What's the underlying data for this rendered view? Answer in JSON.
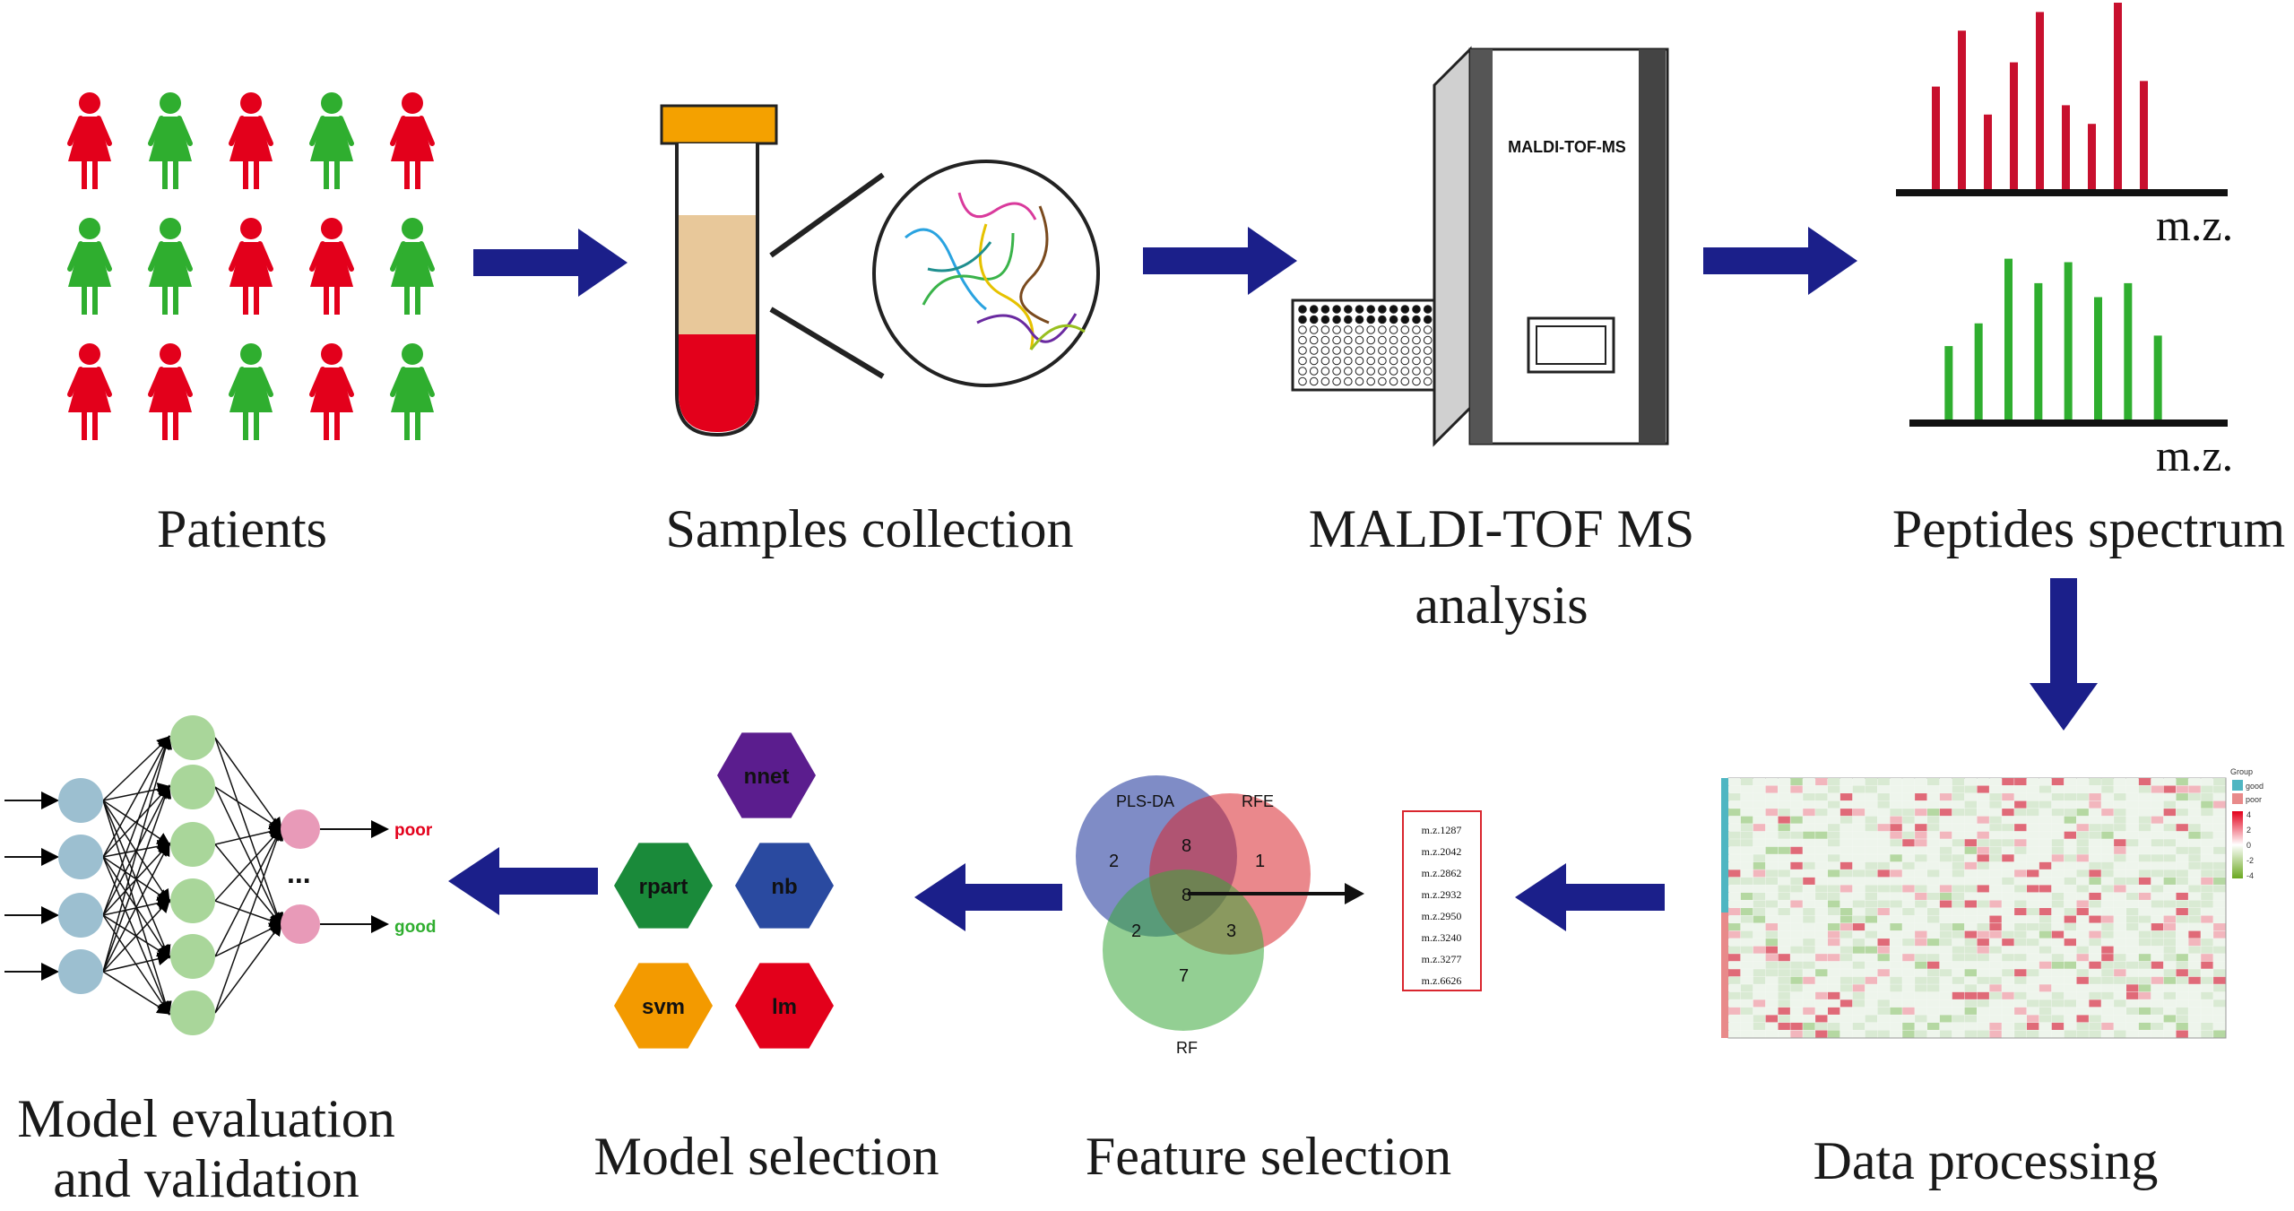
{
  "captions": {
    "patients": "Patients",
    "samples": "Samples collection",
    "maldi_line1": "MALDI-TOF MS",
    "maldi_line2": "analysis",
    "peptides": "Peptides spectrum",
    "data_processing": "Data processing",
    "feature_selection": "Feature selection",
    "model_selection": "Model selection",
    "model_eval_line1": "Model evaluation",
    "model_eval_line2": "and validation"
  },
  "instrument_label": "MALDI-TOF-MS",
  "spectrum": {
    "axis_label": "m.z.",
    "top_color": "#c8102e",
    "bottom_color": "#2fae2f",
    "top_peaks": [
      0.55,
      0.85,
      0.4,
      0.68,
      0.95,
      0.45,
      0.35,
      1.0,
      0.58
    ],
    "bottom_peaks": [
      0.42,
      0.55,
      0.92,
      0.78,
      0.9,
      0.7,
      0.78,
      0.48
    ]
  },
  "patients_grid": [
    [
      "red",
      "green",
      "red",
      "green",
      "red"
    ],
    [
      "green",
      "green",
      "red",
      "red",
      "green"
    ],
    [
      "red",
      "red",
      "green",
      "red",
      "green"
    ]
  ],
  "venn": {
    "sets": [
      "PLS-DA",
      "RFE",
      "RF"
    ],
    "regions": {
      "a_only": "2",
      "b_only": "1",
      "ab": "8",
      "abc": "8",
      "ac": "2",
      "bc": "3",
      "c_only": "7"
    }
  },
  "features": [
    "m.z.1287",
    "m.z.2042",
    "m.z.2862",
    "m.z.2932",
    "m.z.2950",
    "m.z.3240",
    "m.z.3277",
    "m.z.6626"
  ],
  "models": [
    {
      "name": "nnet",
      "color": "#5b1d8e"
    },
    {
      "name": "rpart",
      "color": "#1a8a3a"
    },
    {
      "name": "nb",
      "color": "#2a4aa0"
    },
    {
      "name": "svm",
      "color": "#f39a00"
    },
    {
      "name": "lm",
      "color": "#e3001b"
    }
  ],
  "outputs": {
    "poor": "poor",
    "good": "good",
    "ellipsis": "..."
  },
  "heatmap_legend": {
    "title": "Group",
    "good": "good",
    "poor": "poor",
    "ticks": [
      "4",
      "2",
      "0",
      "-2",
      "-4"
    ]
  },
  "colors": {
    "arrow": "#1b1f8a",
    "red": "#e3001b",
    "green": "#2fae2f"
  }
}
